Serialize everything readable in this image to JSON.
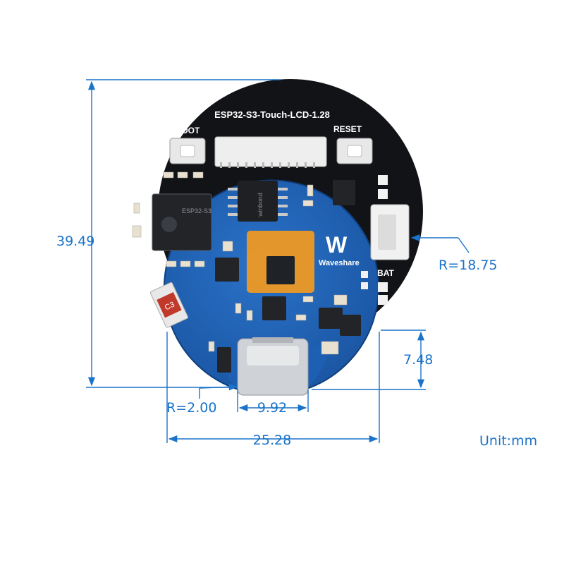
{
  "board": {
    "title": "ESP32-S3-Touch-LCD-1.28",
    "boot_label": "BOOT",
    "reset_label": "RESET",
    "bat_label": "BAT",
    "brand_label": "Waveshare",
    "chip_label": "ESP32-S3",
    "flash_label": "winbond",
    "fuse_label": "C3"
  },
  "dimensions": {
    "height": "39.49",
    "outer_radius": "R=18.75",
    "tip_height": "7.48",
    "corner_radius": "R=2.00",
    "usb_width": "9.92",
    "bottom_width": "25.28",
    "unit": "Unit:mm"
  },
  "colors": {
    "dimension": "#1a73c9",
    "pcb": "#1d5fb3",
    "pcb_dark": "#164c94",
    "copper": "#f39a1e"
  }
}
